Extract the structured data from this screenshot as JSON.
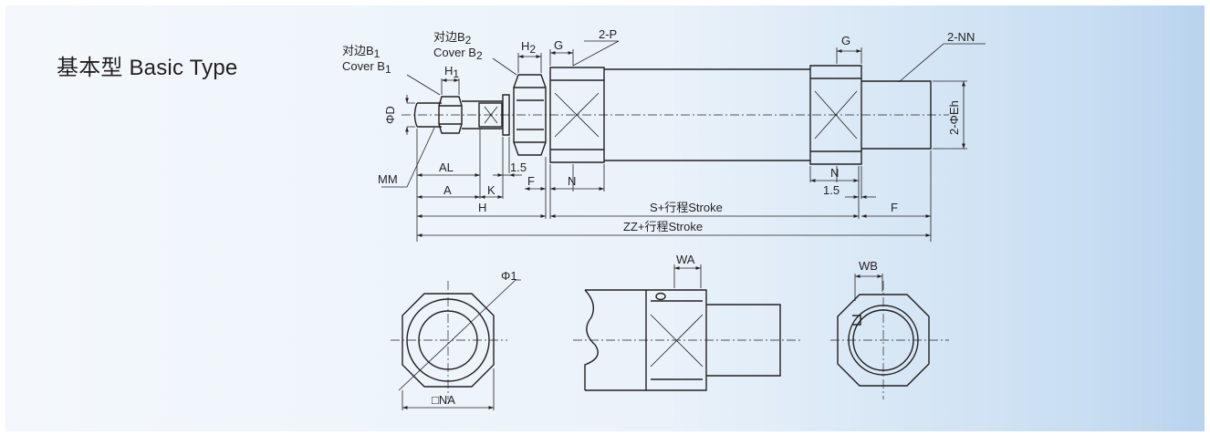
{
  "title": "基本型 Basic Type",
  "labels": {
    "cover_b1_cn": "对边B",
    "cover_b1_sub": "1",
    "cover_b1_en": "Cover B",
    "cover_b2_cn": "对边B",
    "cover_b2_sub": "2",
    "cover_b2_en": "Cover B",
    "h1": "H",
    "h1_sub": "1",
    "h2": "H",
    "h2_sub": "2",
    "g_left": "G",
    "two_p": "2-P",
    "g_right": "G",
    "two_nn": "2-NN",
    "phi_d": "ΦD",
    "two_phi_eh": "2-ΦEh",
    "mm": "MM",
    "al": "AL",
    "dim_1_5_left": "1.5",
    "a": "A",
    "k": "K",
    "f_left": "F",
    "n_left": "N",
    "n_right": "N",
    "dim_1_5_right": "1.5",
    "s_stroke": "S+行程Stroke",
    "f_right": "F",
    "h": "H",
    "zz_stroke": "ZZ+行程Stroke",
    "phi1": "Φ1",
    "na": "□NA",
    "wa": "WA",
    "wb": "WB"
  }
}
